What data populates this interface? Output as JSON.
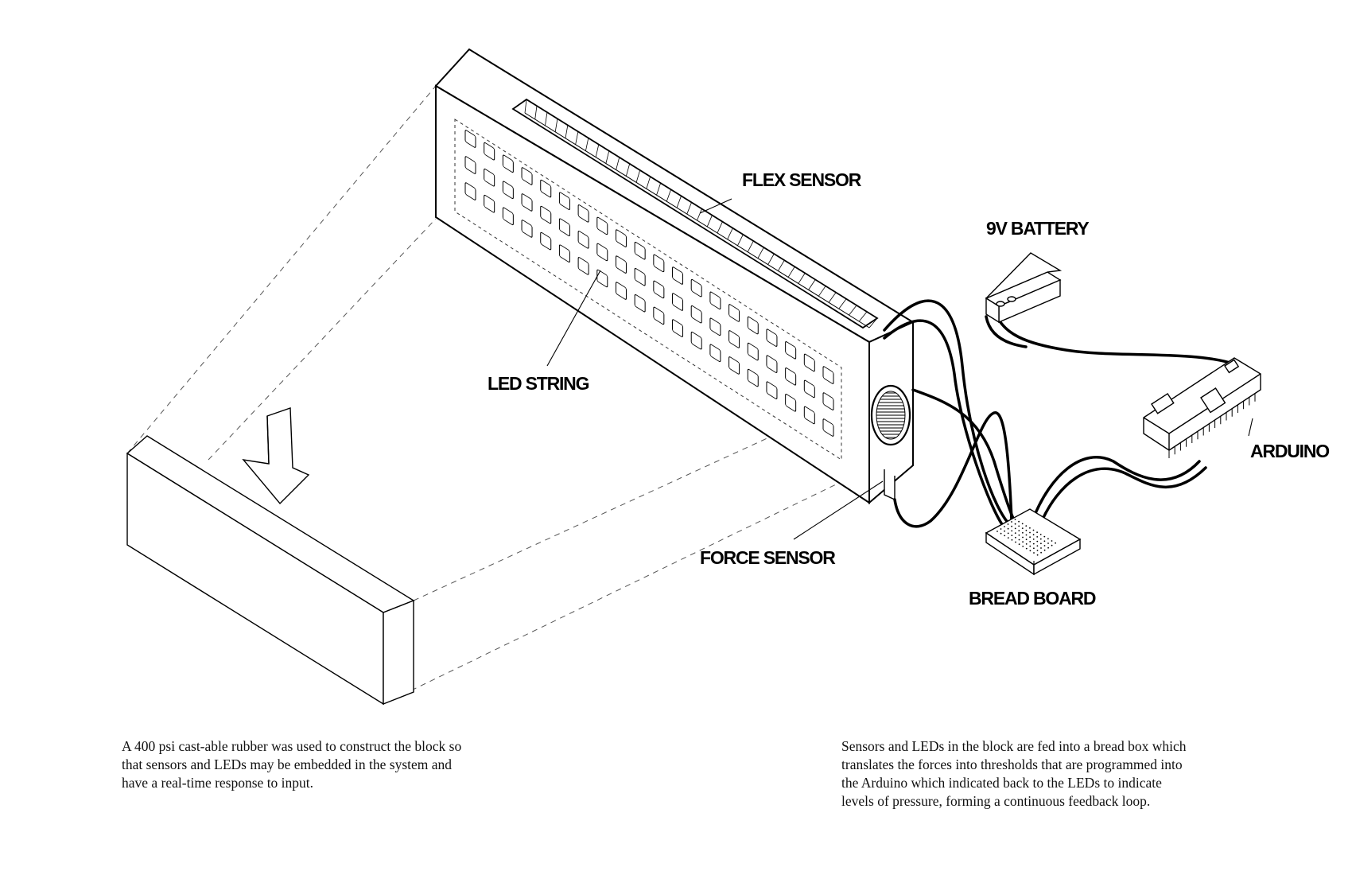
{
  "labels": {
    "flex_sensor": "FLEX SENSOR",
    "battery": "9V BATTERY",
    "led_string": "LED STRING",
    "arduino": "ARDUINO",
    "force_sensor": "FORCE SENSOR",
    "bread_board": "BREAD BOARD"
  },
  "captions": {
    "left": [
      "A 400 psi cast-able rubber was used to construct the block so",
      "that sensors and LEDs may be embedded in the system and",
      "have a real-time response to input."
    ],
    "right": [
      "Sensors and LEDs in the block are fed into a bread box which",
      "translates the forces into thresholds that are programmed into",
      "the Arduino which indicated back to the LEDs to indicate",
      "levels of pressure, forming a continuous feedback loop."
    ]
  },
  "colors": {
    "line": "#000000",
    "background": "#ffffff"
  }
}
